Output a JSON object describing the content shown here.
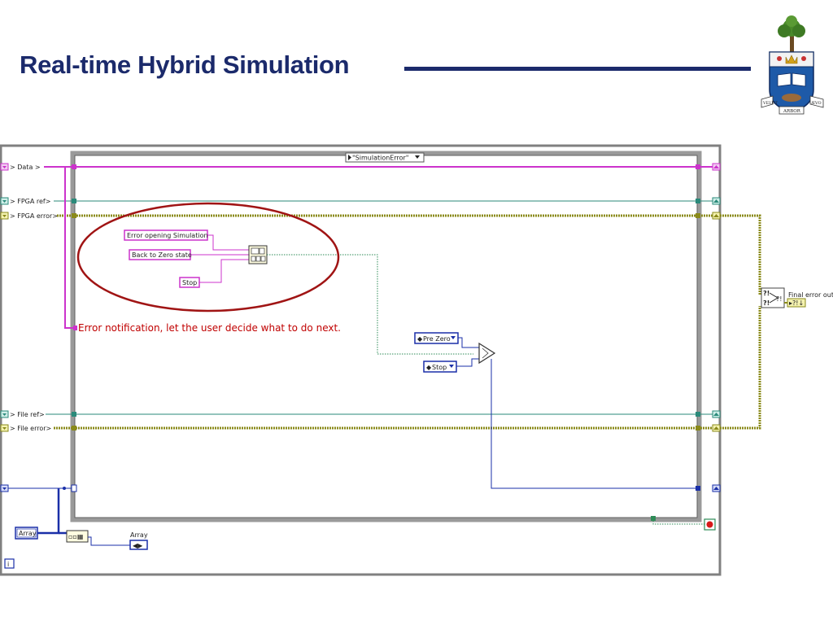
{
  "slide": {
    "title": "Real-time Hybrid Simulation",
    "colors": {
      "title": "#1b2a6b",
      "rule": "#1b2a6b",
      "annotation_ellipse": "#a01414",
      "note_text": "#c00000"
    },
    "logo": {
      "icon": "university-crest-icon",
      "motto_left": "VELUT",
      "motto_center": "ARBOR",
      "motto_right": "ÆVO"
    }
  },
  "diagram": {
    "case_selector": "\"SimulationError\"",
    "terminals_in": [
      "> Data >",
      "> FPGA ref>",
      "> FPGA error>",
      "> File ref>",
      "> File error>"
    ],
    "constants": {
      "msg1": "Error opening Simulation",
      "msg2": "Back to Zero state",
      "msg3": "Stop",
      "enum_pre_zero": "Pre Zero",
      "enum_stop": "Stop",
      "array_control": "Array",
      "array_indicator": "Array"
    },
    "final_error_label": "Final error out",
    "note": "Error notification, let the user decide what to do next.",
    "loop_iteration": "i",
    "colors": {
      "data_wire": "#cc33cc",
      "ref_wire": "#2a8a7a",
      "error_wire": "#8a8a1a",
      "enum_wire": "#1a2fa8",
      "string_wire": "#cc33cc"
    }
  }
}
